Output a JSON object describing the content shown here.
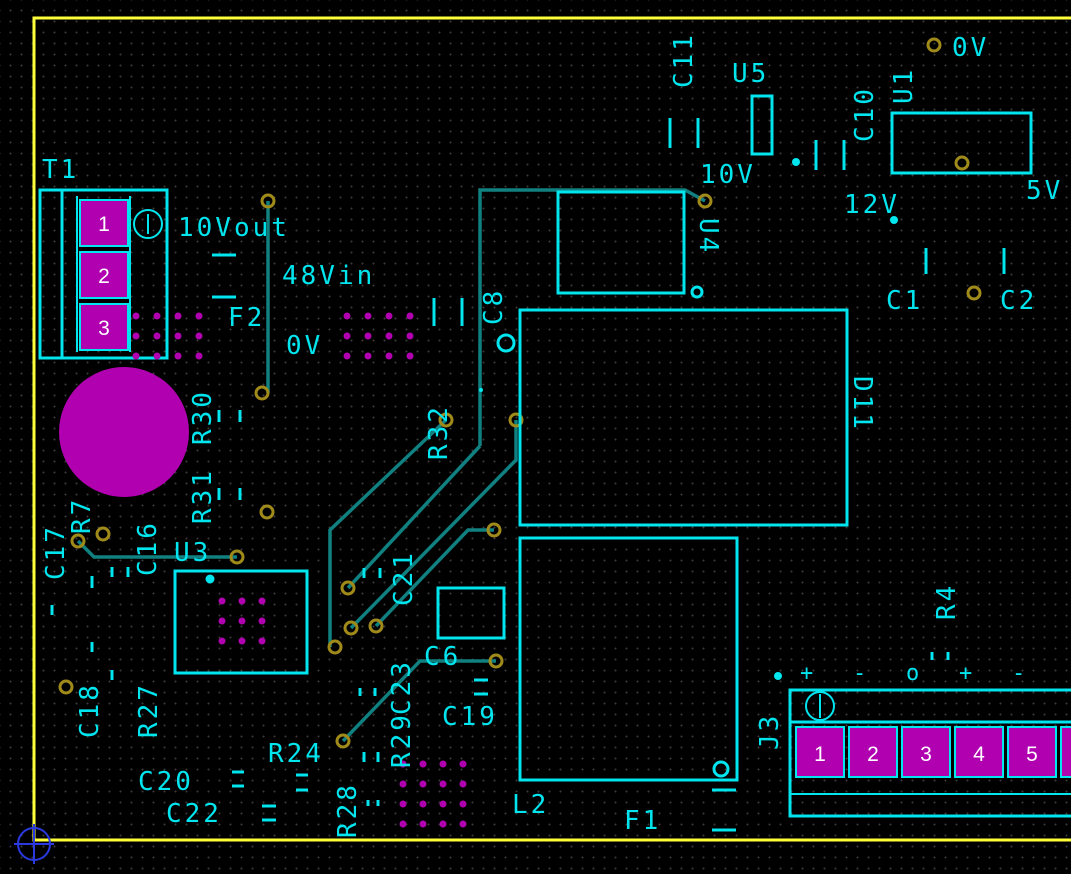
{
  "colors": {
    "background": "#000000",
    "board_outline": "#ffff3a",
    "silkscreen": "#00e5ee",
    "copper_trace": "#108080",
    "pad_smd": "#b000b0",
    "via_ring": "#a08a1a",
    "origin_marker": "#2a3ae0"
  },
  "board": {
    "net_labels": {
      "out10v": "10Vout",
      "in48v": "48Vin",
      "gnd_left": "0V",
      "gnd_top": "0V",
      "v10": "10V",
      "v12": "12V",
      "v5": "5V"
    },
    "components": {
      "T1": "T1",
      "F2": "F2",
      "R30": "R30",
      "R31": "R31",
      "R7": "R7",
      "C17": "C17",
      "C16": "C16",
      "U3": "U3",
      "C18": "C18",
      "R27": "R27",
      "C20": "C20",
      "C22": "C22",
      "R24": "R24",
      "R28": "R28",
      "R29": "R29",
      "C23": "C23",
      "R32": "R32",
      "C21": "C21",
      "C8": "C8",
      "C6": "C6",
      "C19": "C19",
      "L2": "L2",
      "F1": "F1",
      "D11": "D11",
      "U4": "U4",
      "C11": "C11",
      "U5": "U5",
      "C10": "C10",
      "U1": "U1",
      "C1": "C1",
      "C2": "C2",
      "R4": "R4",
      "J3": "J3"
    },
    "t1_pins": [
      "1",
      "2",
      "3"
    ],
    "j3_pins": [
      "1",
      "2",
      "3",
      "4",
      "5"
    ],
    "j3_polarity": [
      "+",
      "-",
      "o",
      "+",
      "-"
    ]
  }
}
